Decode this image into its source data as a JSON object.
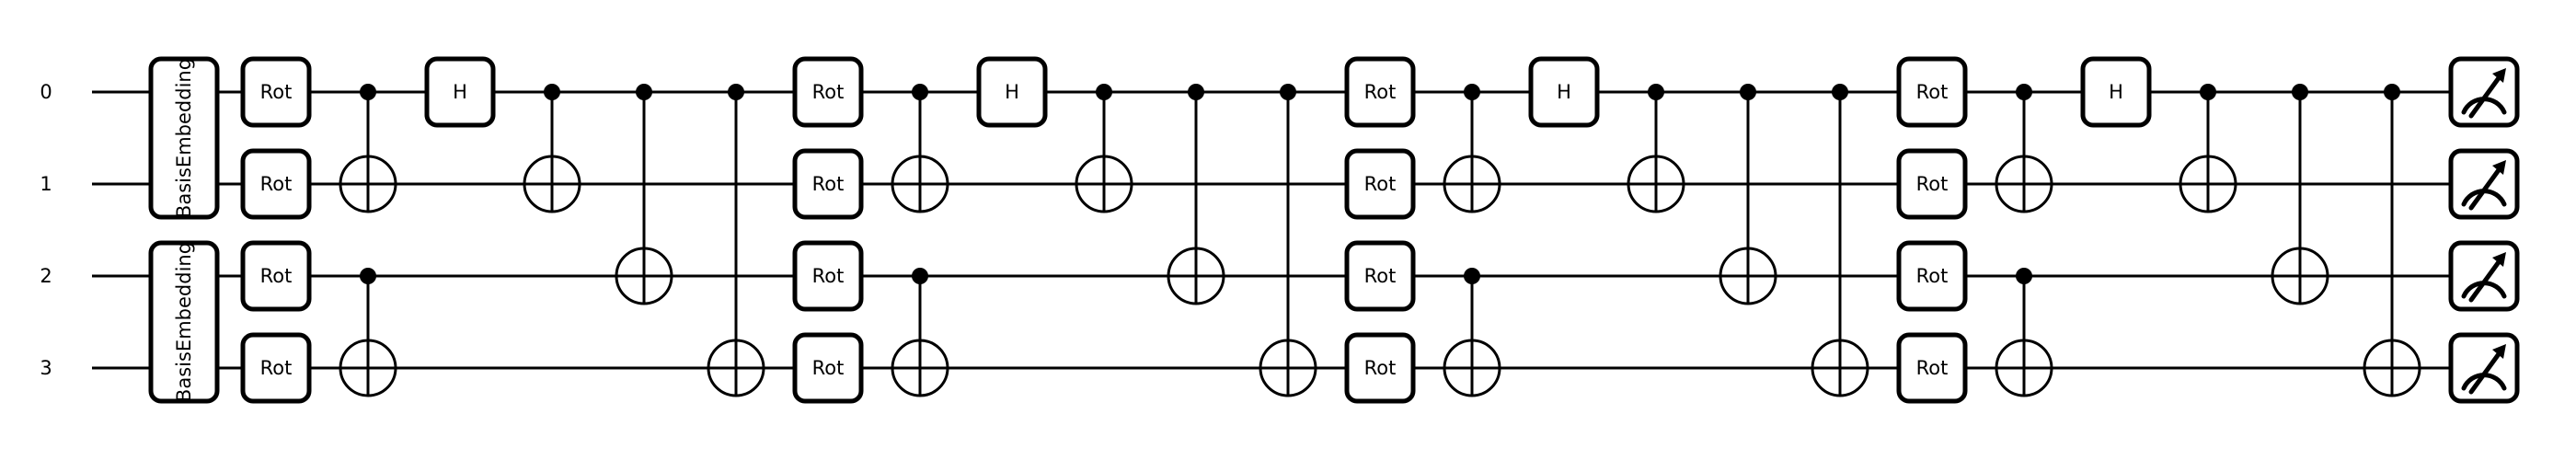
{
  "circuit": {
    "wires": [
      "0",
      "1",
      "2",
      "3"
    ],
    "embedding_label": "BasisEmbedding",
    "embeddings": [
      {
        "wires": [
          0,
          1
        ]
      },
      {
        "wires": [
          2,
          3
        ]
      }
    ],
    "rot_label": "Rot",
    "h_label": "H",
    "layers": [
      {
        "rot": [
          0,
          1,
          2,
          3
        ],
        "cnots": [
          [
            0,
            1
          ],
          [
            2,
            3
          ]
        ],
        "h": 0,
        "cnots_after": [
          [
            0,
            1
          ],
          [
            0,
            2
          ],
          [
            0,
            3
          ]
        ]
      },
      {
        "rot": [
          0,
          1,
          2,
          3
        ],
        "cnots": [
          [
            0,
            1
          ],
          [
            2,
            3
          ]
        ],
        "h": 0,
        "cnots_after": [
          [
            0,
            1
          ],
          [
            0,
            2
          ],
          [
            0,
            3
          ]
        ]
      },
      {
        "rot": [
          0,
          1,
          2,
          3
        ],
        "cnots": [
          [
            0,
            1
          ],
          [
            2,
            3
          ]
        ],
        "h": 0,
        "cnots_after": [
          [
            0,
            1
          ],
          [
            0,
            2
          ],
          [
            0,
            3
          ]
        ]
      },
      {
        "rot": [
          0,
          1,
          2,
          3
        ],
        "cnots": [
          [
            0,
            1
          ],
          [
            2,
            3
          ]
        ],
        "h": 0,
        "cnots_after": [
          [
            0,
            1
          ],
          [
            0,
            2
          ],
          [
            0,
            3
          ]
        ]
      }
    ],
    "measurements": [
      0,
      1,
      2,
      3
    ],
    "measure_icon": "measurement-meter-icon"
  }
}
